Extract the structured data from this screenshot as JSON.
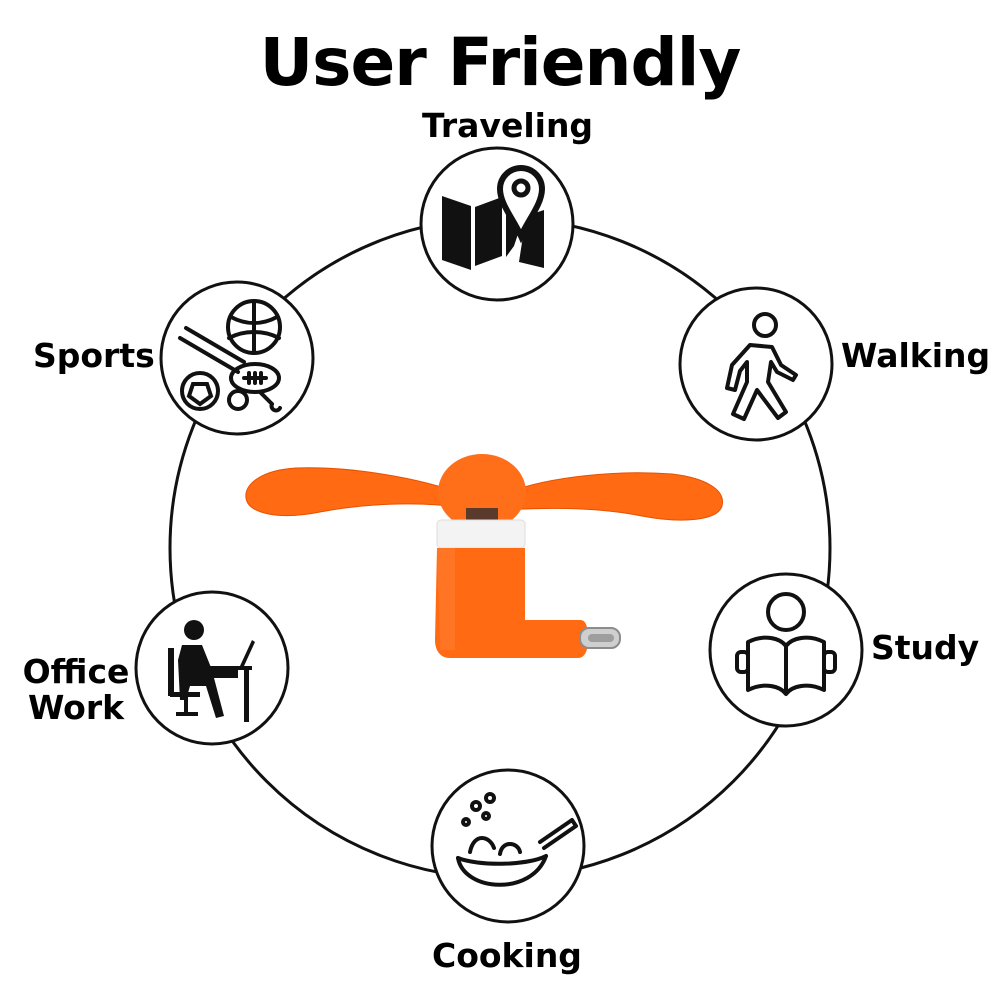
{
  "title": "User Friendly",
  "accent_color": "#ff6a13",
  "uses": [
    {
      "label": "Traveling",
      "icon": "map-pin-icon"
    },
    {
      "label": "Walking",
      "icon": "walking-person-icon"
    },
    {
      "label": "Study",
      "icon": "reading-person-icon"
    },
    {
      "label": "Cooking",
      "icon": "wok-pan-icon"
    },
    {
      "label_lines": [
        "Office",
        "Work"
      ],
      "icon": "office-desk-laptop-icon"
    },
    {
      "label": "Sports",
      "icon": "sports-balls-icon"
    }
  ],
  "product": {
    "name": "orange-mini-usb-fan",
    "icon": "mini-fan-image"
  }
}
